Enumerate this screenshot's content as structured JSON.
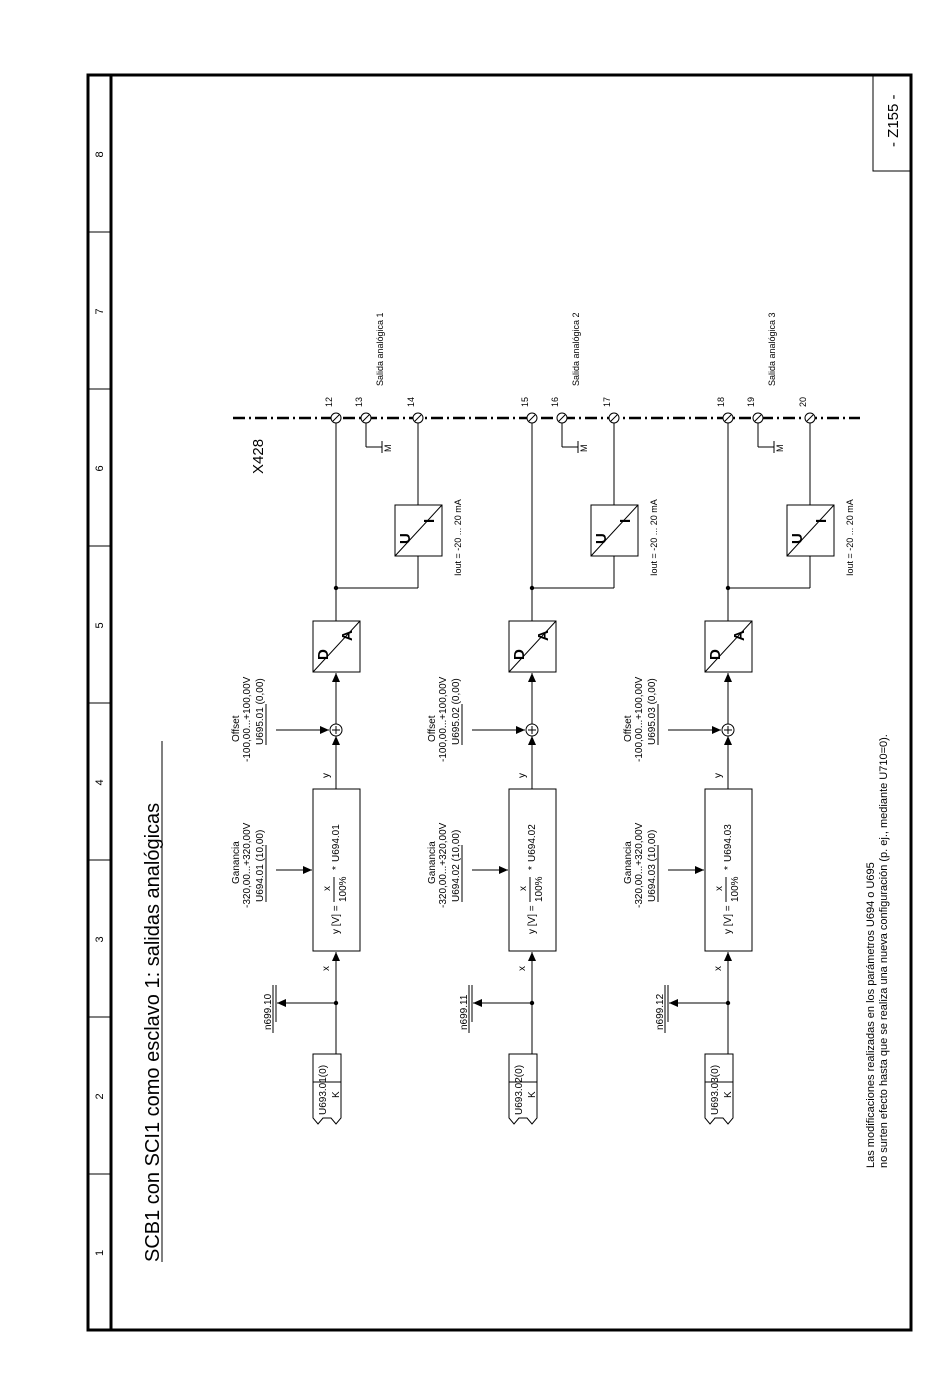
{
  "title": "SCB1 con SCI1 como esclavo 1: salidas analógicas",
  "page_label": "- Z155 -",
  "column_numbers": [
    "1",
    "2",
    "3",
    "4",
    "5",
    "6",
    "7",
    "8"
  ],
  "connector": "X428",
  "note_line1": "Las modificaciones realizadas en los parámetros U694 o U695",
  "note_line2": "no surten efecto hasta que se realiza una nueva configuración (p. ej., mediante U710=0).",
  "channels": [
    {
      "source_param": "U693.01(0)",
      "source_type": "K",
      "monitor": "n699.10",
      "x_label": "x",
      "y_label": "y",
      "gain_title": "Ganancia",
      "gain_range": "-320,00...+320,00V",
      "gain_param": "U694.01 (10,00)",
      "formula_lhs": "y [V] =",
      "formula_num": "x",
      "formula_den": "100%",
      "formula_rhs": "U694.01",
      "offset_title": "Offset",
      "offset_range": "-100,00...+100,00V",
      "offset_param": "U695.01 (0,00)",
      "da_d": "D",
      "da_a": "A",
      "ui_u": "U",
      "ui_i": "I",
      "iout": "Iout = -20 ... 20 mA",
      "terminals": [
        "12",
        "13",
        "14"
      ],
      "ground": "M",
      "output_name": "Salida analógica 1"
    },
    {
      "source_param": "U693.02(0)",
      "source_type": "K",
      "monitor": "n699.11",
      "x_label": "x",
      "y_label": "y",
      "gain_title": "Ganancia",
      "gain_range": "-320,00...+320,00V",
      "gain_param": "U694.02 (10,00)",
      "formula_lhs": "y [V] =",
      "formula_num": "x",
      "formula_den": "100%",
      "formula_rhs": "U694.02",
      "offset_title": "Offset",
      "offset_range": "-100,00...+100,00V",
      "offset_param": "U695.02 (0,00)",
      "da_d": "D",
      "da_a": "A",
      "ui_u": "U",
      "ui_i": "I",
      "iout": "Iout = -20 ... 20 mA",
      "terminals": [
        "15",
        "16",
        "17"
      ],
      "ground": "M",
      "output_name": "Salida analógica 2"
    },
    {
      "source_param": "U693.03(0)",
      "source_type": "K",
      "monitor": "n699.12",
      "x_label": "x",
      "y_label": "y",
      "gain_title": "Ganancia",
      "gain_range": "-320,00...+320,00V",
      "gain_param": "U694.03 (10,00)",
      "formula_lhs": "y [V] =",
      "formula_num": "x",
      "formula_den": "100%",
      "formula_rhs": "U694.03",
      "offset_title": "Offset",
      "offset_range": "-100,00...+100,00V",
      "offset_param": "U695.03 (0,00)",
      "da_d": "D",
      "da_a": "A",
      "ui_u": "U",
      "ui_i": "I",
      "iout": "Iout = -20 ... 20 mA",
      "terminals": [
        "18",
        "19",
        "20"
      ],
      "ground": "M",
      "output_name": "Salida analógica 3"
    }
  ]
}
